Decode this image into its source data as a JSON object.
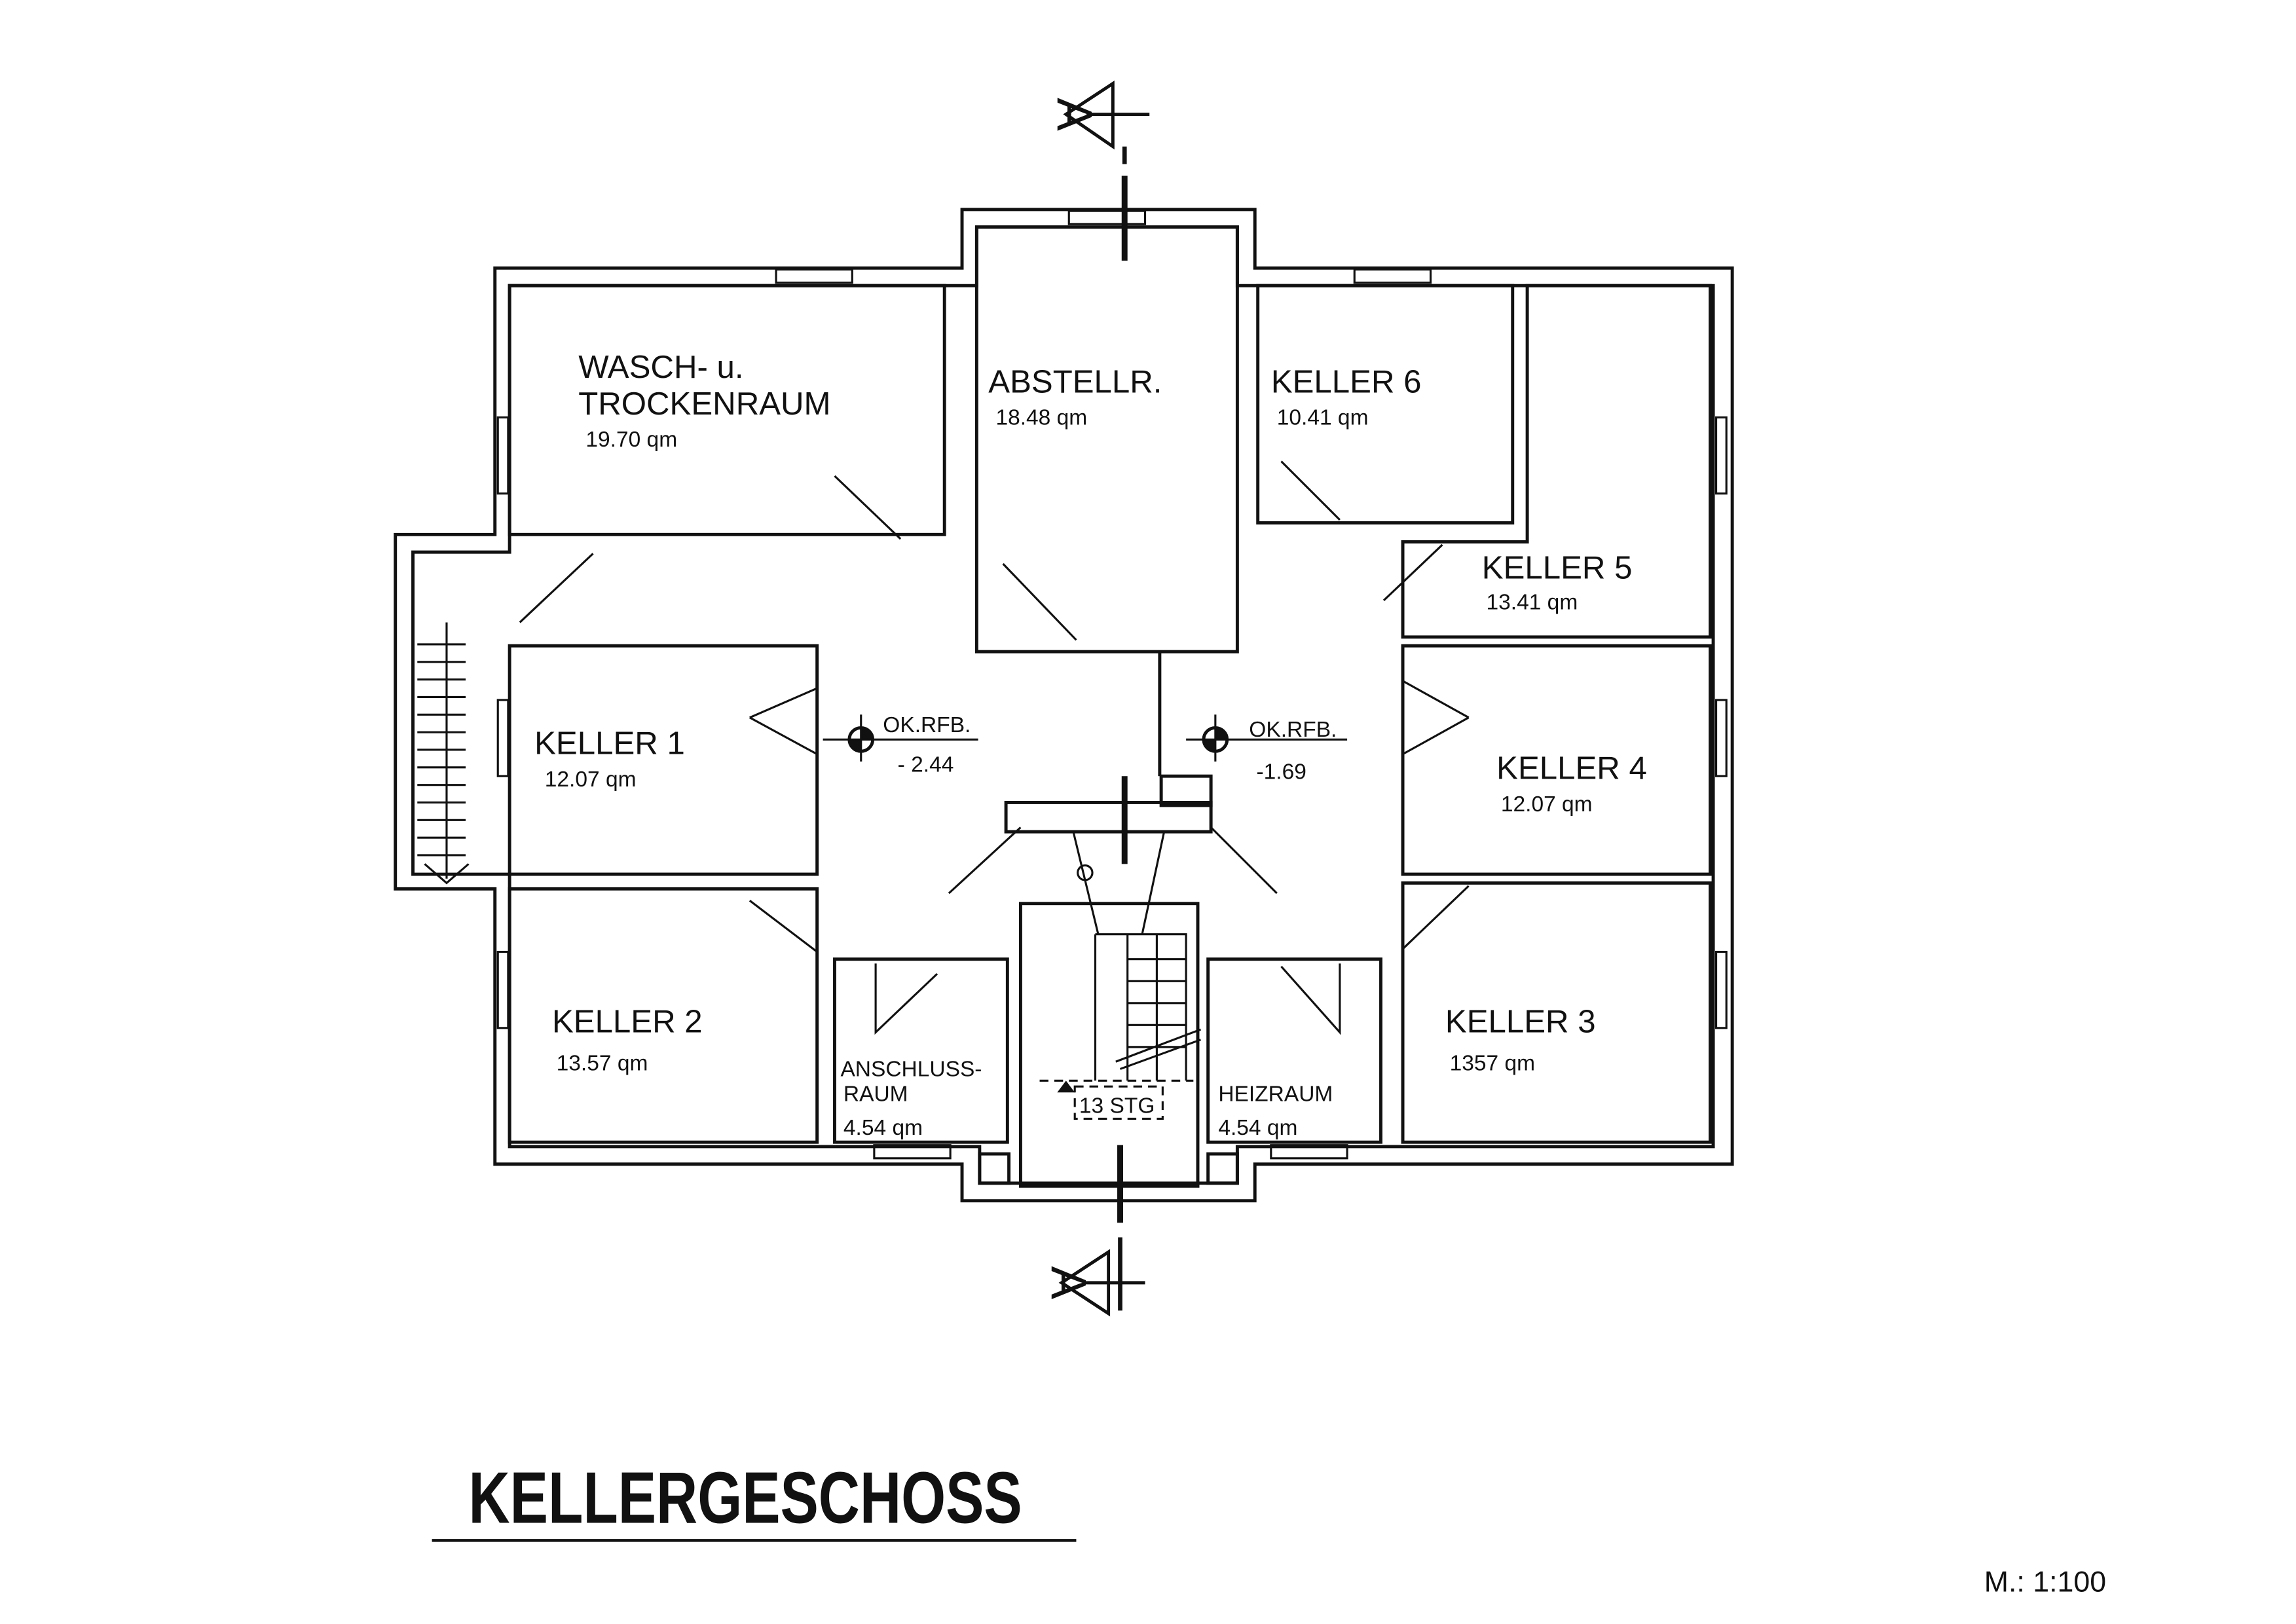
{
  "plan": {
    "title": "KELLERGESCHOSS",
    "scale": "M.: 1:100",
    "section_mark": "A",
    "rooms": [
      {
        "name_line1": "WASCH-  u.",
        "name_line2": "TROCKENRAUM",
        "area": "19.70 qm"
      },
      {
        "name": "ABSTELLR.",
        "area": "18.48 qm"
      },
      {
        "name": "KELLER 6",
        "area": "10.41 qm"
      },
      {
        "name": "KELLER 5",
        "area": "13.41 qm"
      },
      {
        "name": "KELLER 1",
        "area": "12.07 qm"
      },
      {
        "name": "KELLER 4",
        "area": "12.07 qm"
      },
      {
        "name": "KELLER  2",
        "area": "13.57 qm"
      },
      {
        "name": "KELLER  3",
        "area": "1357 qm"
      },
      {
        "name_line1": "ANSCHLUSS-",
        "name_line2": "RAUM",
        "area": "4.54 qm"
      },
      {
        "name": "HEIZRAUM",
        "area": "4.54 qm"
      }
    ],
    "levels": [
      {
        "label": "OK.RFB.",
        "value": "- 2.44"
      },
      {
        "label": "OK.RFB.",
        "value": "-1.69"
      }
    ],
    "stairs": "13 STG"
  }
}
